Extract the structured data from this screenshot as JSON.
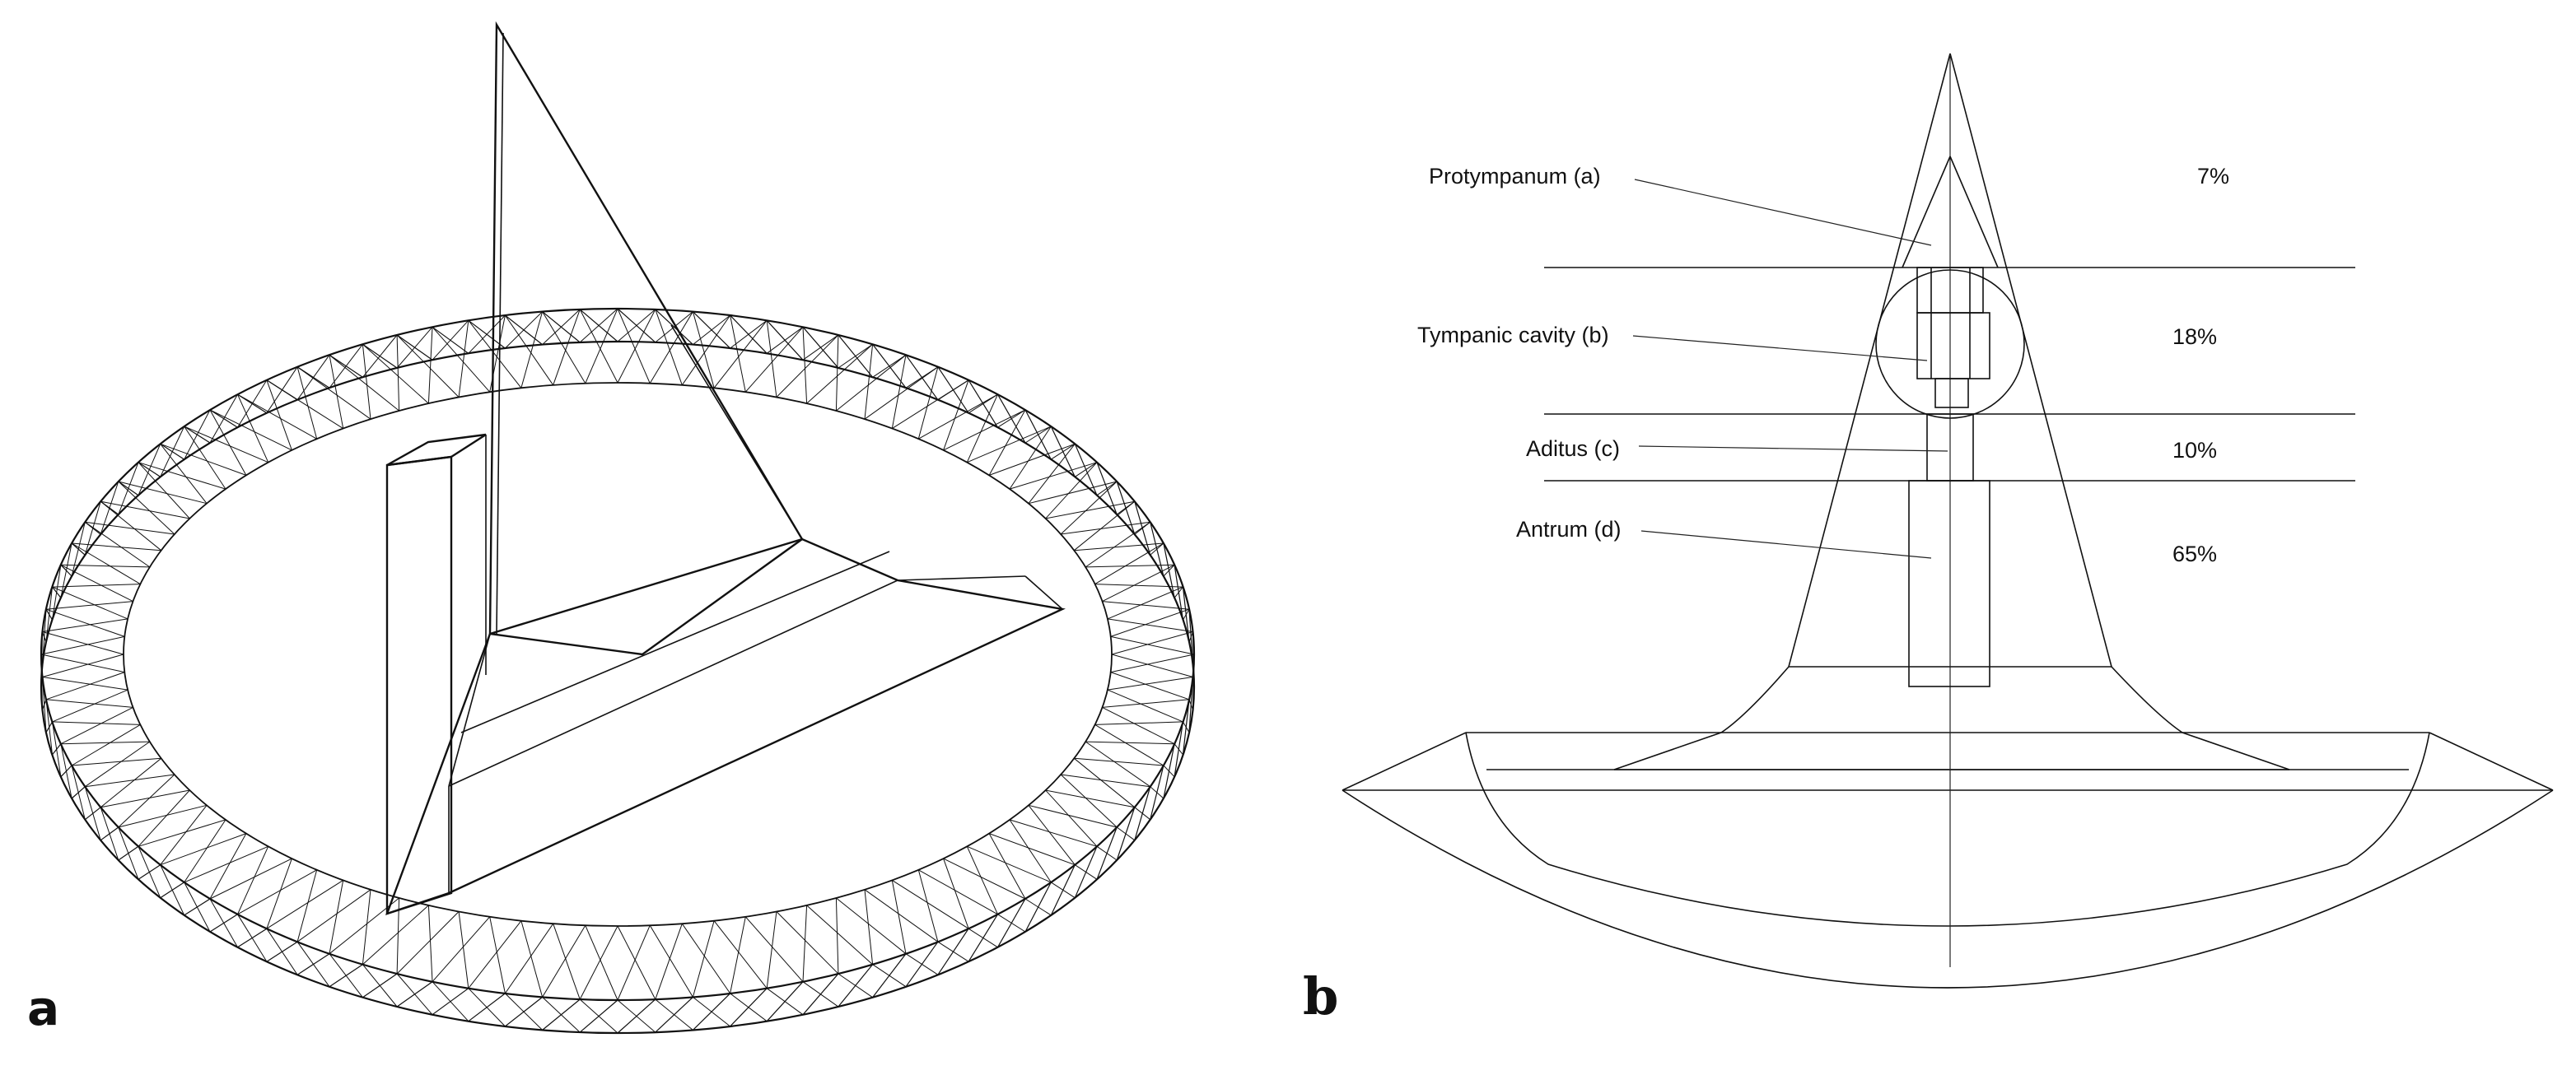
{
  "panels": {
    "a": {
      "letter": "a"
    },
    "b": {
      "letter": "b"
    }
  },
  "regions": [
    {
      "key": "protympanum",
      "label": "Protympanum (a)",
      "percent": "7%"
    },
    {
      "key": "tympanic",
      "label": "Tympanic cavity (b)",
      "percent": "18%"
    },
    {
      "key": "aditus",
      "label": "Aditus (c)",
      "percent": "10%"
    },
    {
      "key": "antrum",
      "label": "Antrum (d)",
      "percent": "65%"
    }
  ]
}
